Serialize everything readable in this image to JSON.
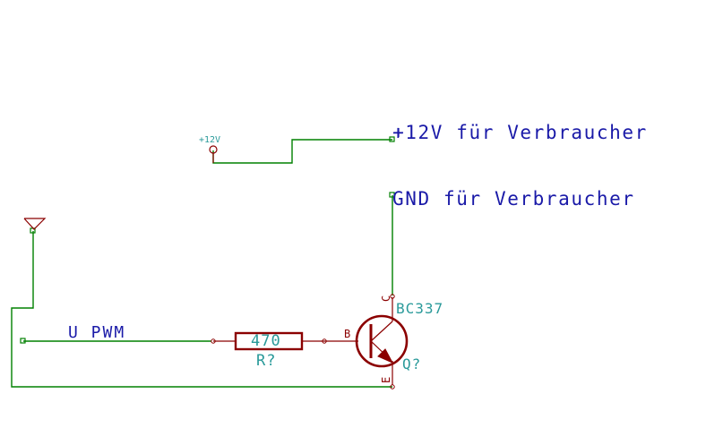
{
  "schematic": {
    "power_symbol": {
      "label": "+12V",
      "icon": "power-port-circle-icon"
    },
    "global_labels": {
      "supply": "+12V für Verbraucher",
      "ground": "GND für Verbraucher"
    },
    "input_label": "U PWM",
    "resistor": {
      "value": "470",
      "reference": "R?"
    },
    "transistor": {
      "value": "BC337",
      "reference": "Q?",
      "pins": {
        "base": "B",
        "collector": "C",
        "emitter": "E"
      }
    },
    "ground_symbol": {
      "icon": "ground-triangle-icon"
    }
  },
  "colors": {
    "wire": "#008000",
    "component": "#8b0000",
    "label_blue": "#1a1aa8",
    "field_cyan": "#2a9a9a"
  }
}
